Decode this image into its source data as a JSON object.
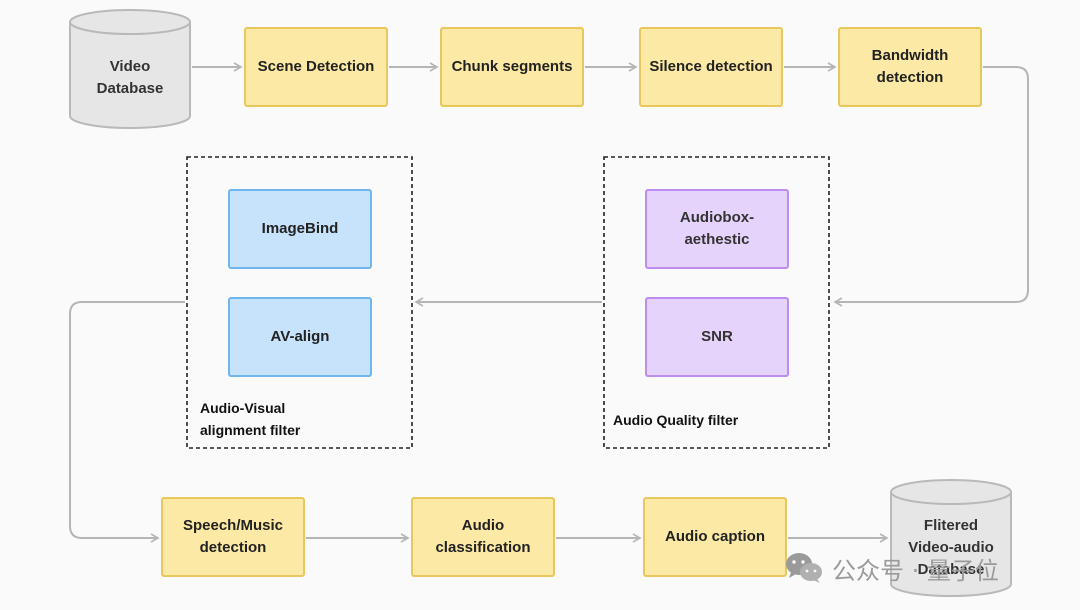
{
  "nodes": {
    "video_db": "Video\nDatabase",
    "scene_detection": "Scene Detection",
    "chunk_segments": "Chunk segments",
    "silence_detection": "Silence detection",
    "bandwidth_detection": "Bandwidth\ndetection",
    "imagebind": "ImageBind",
    "av_align": "AV-align",
    "audiobox": "Audiobox-\naethestic",
    "snr": "SNR",
    "speech_music": "Speech/Music\ndetection",
    "audio_classification": "Audio\nclassification",
    "audio_caption": "Audio caption",
    "filtered_db": "Flitered\nVideo-audio\nDatabase"
  },
  "groups": {
    "av_filter": "Audio-Visual\nalignment filter",
    "quality_filter": "Audio Quality filter"
  },
  "watermark": {
    "icon": "wechat-icon",
    "text": "公众号 · 量子位"
  },
  "colors": {
    "yellow_fill": "#fbe9a5",
    "yellow_stroke": "#e8c85c",
    "blue_fill": "#c7e3fb",
    "blue_stroke": "#6fb6ee",
    "purple_fill": "#e6d3fb",
    "purple_stroke": "#bd8df0",
    "db_fill": "#e6e6e6",
    "db_stroke": "#b9b9b9",
    "arrow": "#b5b5b5"
  }
}
